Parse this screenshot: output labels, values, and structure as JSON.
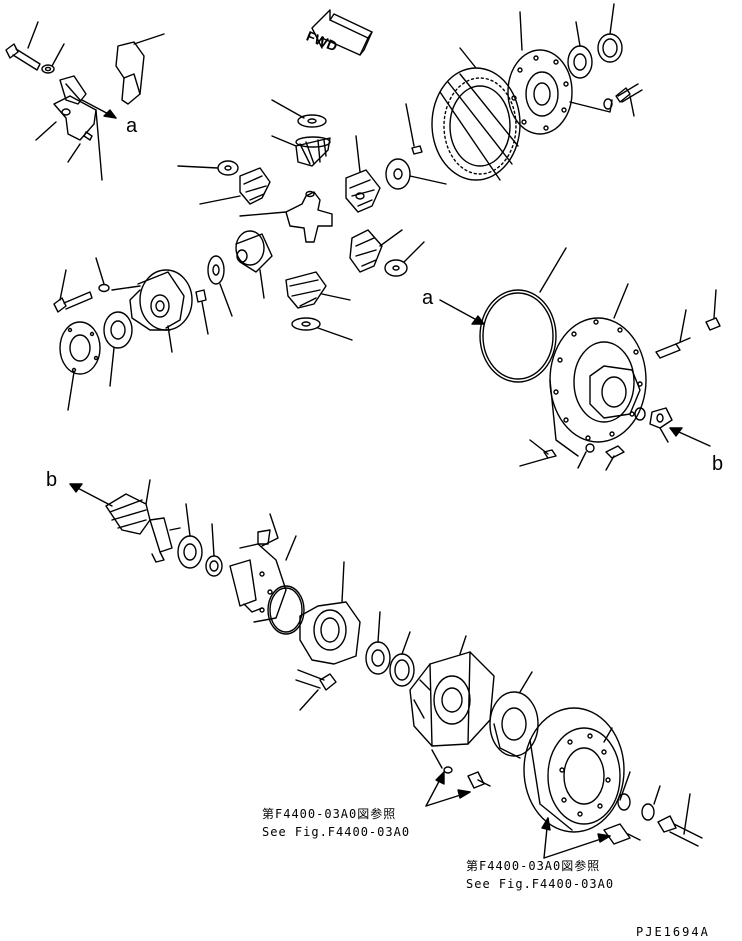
{
  "direction": {
    "label": "FWD"
  },
  "callouts": {
    "a_top": "a",
    "a_mid": "a",
    "b_right": "b",
    "b_left": "b"
  },
  "references": [
    {
      "jp": "第F4400-03A0図参照",
      "en": "See Fig.F4400-03A0"
    },
    {
      "jp": "第F4400-03A0図参照",
      "en": "See Fig.F4400-03A0"
    }
  ],
  "drawing_code": "PJE1694A",
  "colors": {
    "line": "#000000",
    "background": "#ffffff"
  }
}
